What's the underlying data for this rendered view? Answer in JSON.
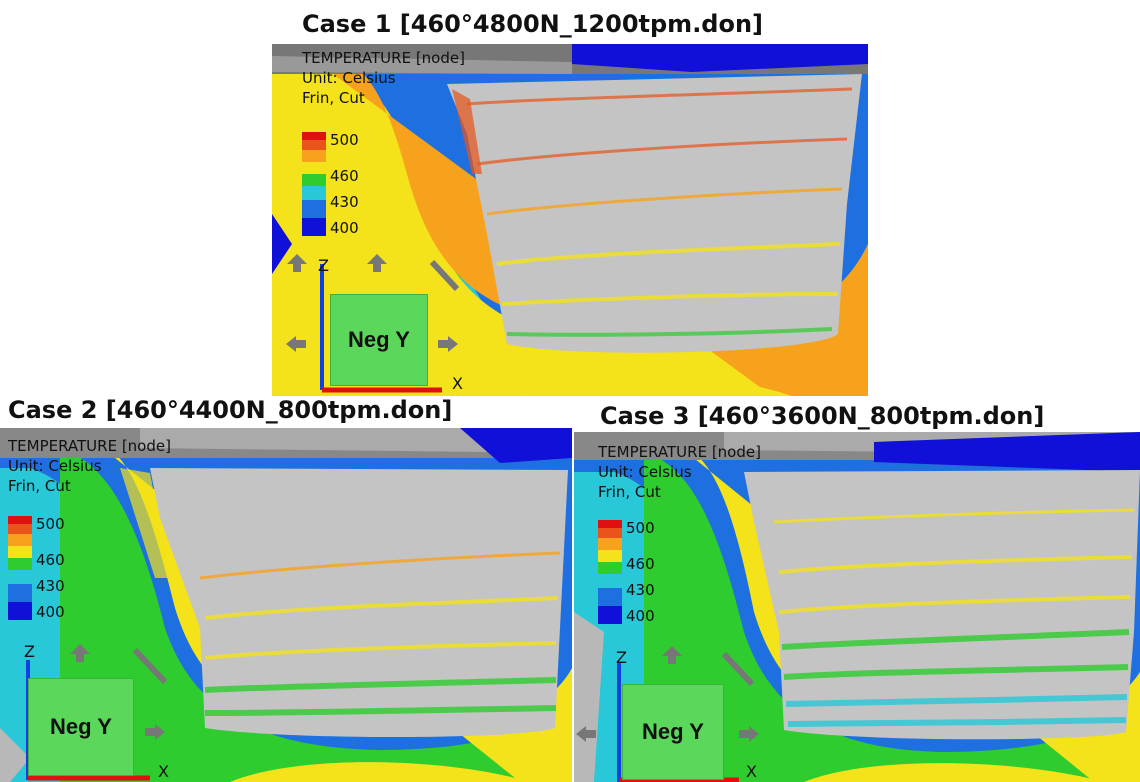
{
  "cases": [
    {
      "title": "Case 1  [460°4800N_1200tpm.don]",
      "info_line1": "TEMPERATURE [node]",
      "info_line2": "Unit: Celsius",
      "info_line3": "Frin, Cut",
      "legend_ticks": [
        "500",
        "460",
        "430",
        "400"
      ],
      "view_label": "Neg Y",
      "axis_z": "Z",
      "axis_x": "X"
    },
    {
      "title": "Case 2  [460°4400N_800tpm.don]",
      "info_line1": "TEMPERATURE [node]",
      "info_line2": "Unit: Celsius",
      "info_line3": "Frin, Cut",
      "legend_ticks": [
        "500",
        "460",
        "430",
        "400"
      ],
      "view_label": "Neg Y",
      "axis_z": "Z",
      "axis_x": "X"
    },
    {
      "title": "Case 3  [460°3600N_800tpm.don]",
      "info_line1": "TEMPERATURE [node]",
      "info_line2": "Unit: Celsius",
      "info_line3": "Frin, Cut",
      "legend_ticks": [
        "500",
        "460",
        "430",
        "400"
      ],
      "view_label": "Neg Y",
      "axis_z": "Z",
      "axis_x": "X"
    }
  ],
  "colors": {
    "hot": "#e8541a",
    "orange": "#f7a21c",
    "yellow": "#f4e21a",
    "green": "#2ecc2e",
    "cyan": "#28c8d8",
    "blue": "#1e6fe0",
    "deep_blue": "#1010d8",
    "tool_gray": "#b8b8b8",
    "view_box": "#5bd85b"
  }
}
